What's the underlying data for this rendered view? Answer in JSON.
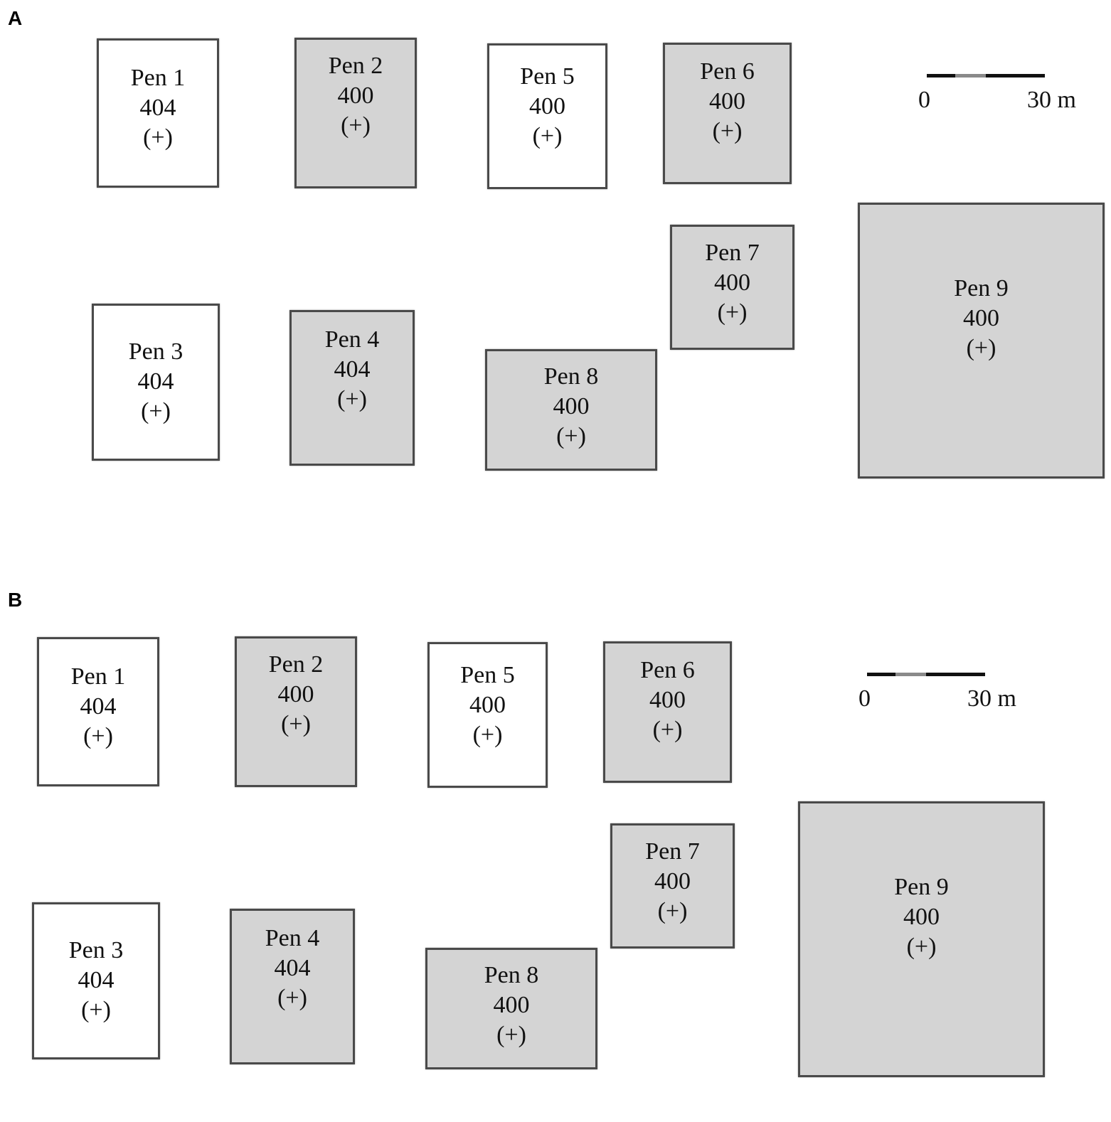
{
  "colors": {
    "white_pen": "#ffffff",
    "gray_pen": "#d4d4d4",
    "border": "#4a4a4a",
    "scale_dark": "#111111",
    "scale_mid": "#8a8a8a"
  },
  "panels": [
    {
      "letter": "A",
      "scale": {
        "start_label": "0",
        "end_label": "30 m"
      },
      "pens": [
        {
          "name": "Pen 1",
          "count": "404",
          "sign": "(+)",
          "fill": "white"
        },
        {
          "name": "Pen 2",
          "count": "400",
          "sign": "(+)",
          "fill": "gray"
        },
        {
          "name": "Pen 5",
          "count": "400",
          "sign": "(+)",
          "fill": "white"
        },
        {
          "name": "Pen 6",
          "count": "400",
          "sign": "(+)",
          "fill": "gray"
        },
        {
          "name": "Pen 7",
          "count": "400",
          "sign": "(+)",
          "fill": "gray"
        },
        {
          "name": "Pen 9",
          "count": "400",
          "sign": "(+)",
          "fill": "gray"
        },
        {
          "name": "Pen 3",
          "count": "404",
          "sign": "(+)",
          "fill": "white"
        },
        {
          "name": "Pen 4",
          "count": "404",
          "sign": "(+)",
          "fill": "gray"
        },
        {
          "name": "Pen 8",
          "count": "400",
          "sign": "(+)",
          "fill": "gray"
        }
      ]
    },
    {
      "letter": "B",
      "scale": {
        "start_label": "0",
        "end_label": "30 m"
      },
      "pens": [
        {
          "name": "Pen 1",
          "count": "404",
          "sign": "(+)",
          "fill": "white"
        },
        {
          "name": "Pen 2",
          "count": "400",
          "sign": "(+)",
          "fill": "gray"
        },
        {
          "name": "Pen 5",
          "count": "400",
          "sign": "(+)",
          "fill": "white"
        },
        {
          "name": "Pen 6",
          "count": "400",
          "sign": "(+)",
          "fill": "gray"
        },
        {
          "name": "Pen 7",
          "count": "400",
          "sign": "(+)",
          "fill": "gray"
        },
        {
          "name": "Pen 9",
          "count": "400",
          "sign": "(+)",
          "fill": "gray"
        },
        {
          "name": "Pen 3",
          "count": "404",
          "sign": "(+)",
          "fill": "white"
        },
        {
          "name": "Pen 4",
          "count": "404",
          "sign": "(+)",
          "fill": "gray"
        },
        {
          "name": "Pen 8",
          "count": "400",
          "sign": "(+)",
          "fill": "gray"
        }
      ]
    }
  ]
}
